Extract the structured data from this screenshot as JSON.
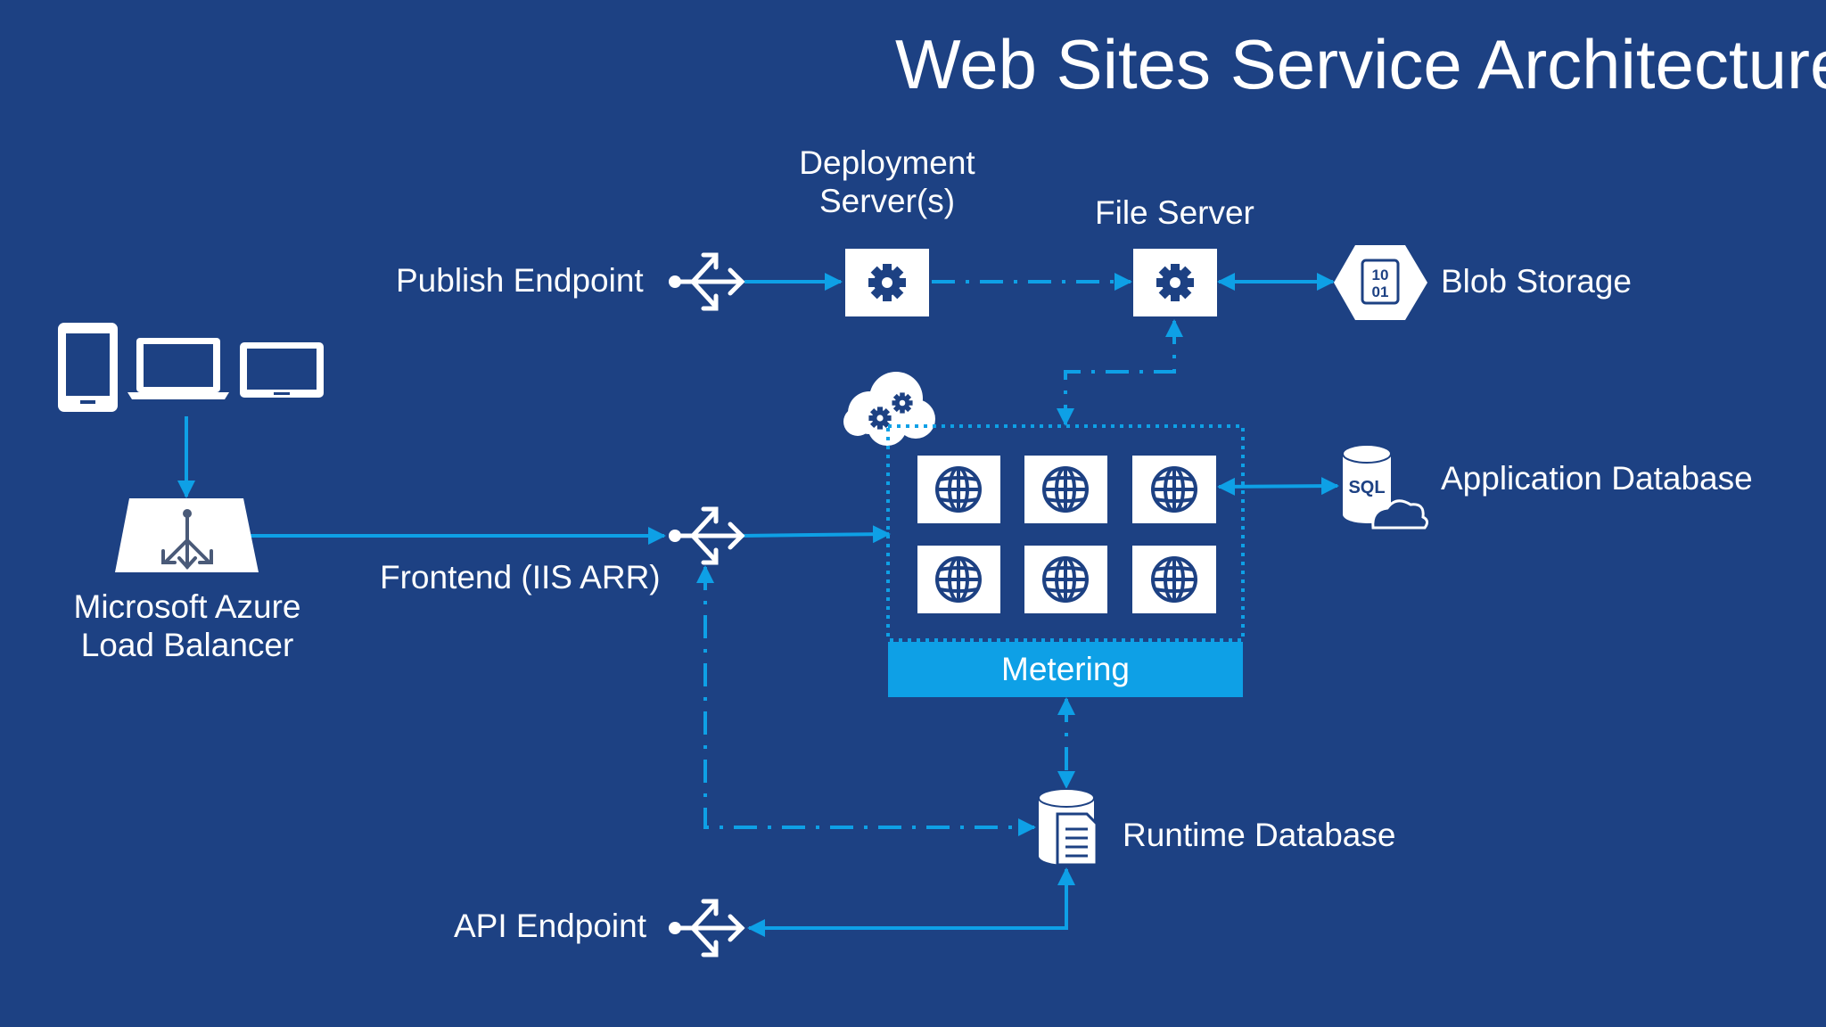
{
  "title": "Web Sites Service Architecture",
  "labels": {
    "deployment_line1": "Deployment",
    "deployment_line2": "Server(s)",
    "file_server": "File Server",
    "publish_endpoint": "Publish Endpoint",
    "blob_storage": "Blob Storage",
    "blob_glyph_top": "10",
    "blob_glyph_bottom": "01",
    "application_database": "Application Database",
    "sql_glyph": "SQL",
    "frontend": "Frontend (IIS ARR)",
    "load_balancer_line1": "Microsoft Azure",
    "load_balancer_line2": "Load Balancer",
    "metering": "Metering",
    "runtime_database": "Runtime Database",
    "api_endpoint": "API Endpoint"
  },
  "colors": {
    "background": "#1d4183",
    "accent": "#0ea0e6",
    "tile": "#ffffff",
    "icon": "#1d4183"
  },
  "icons": {
    "server_nodes": "gear-icon",
    "web_workers": "globe-icon",
    "endpoints": "endpoint-arrows-icon",
    "blob": "binary-hexagon-icon",
    "cloud_services": "cloud-gears-icon",
    "devices": [
      "phone-icon",
      "laptop-icon",
      "tablet-icon"
    ]
  }
}
